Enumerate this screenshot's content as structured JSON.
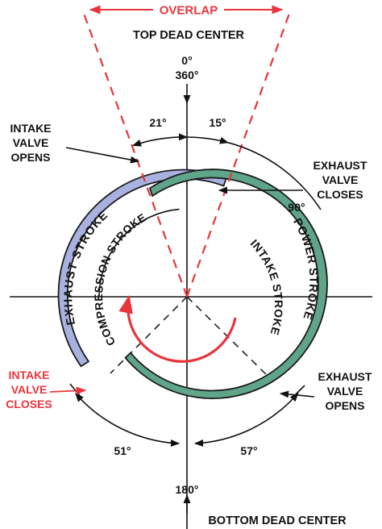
{
  "labels": {
    "overlap": "OVERLAP",
    "top_dead_center": "TOP DEAD CENTER",
    "deg_0": "0°",
    "deg_360": "360°",
    "deg_21": "21°",
    "deg_15": "15°",
    "deg_90": "90°",
    "deg_51": "51°",
    "deg_57": "57°",
    "deg_180": "180°",
    "bottom_dead_center": "BOTTOM DEAD CENTER",
    "intake_valve_opens": [
      "INTAKE",
      "VALVE",
      "OPENS"
    ],
    "exhaust_valve_closes": [
      "EXHAUST",
      "VALVE",
      "CLOSES"
    ],
    "intake_valve_closes": [
      "INTAKE",
      "VALVE",
      "CLOSES"
    ],
    "exhaust_valve_opens": [
      "EXHAUST",
      "VALVE",
      "OPENS"
    ],
    "exhaust_stroke": "EXHAUST STROKE",
    "compression_stroke": "COMPRESSION STROKE",
    "intake_stroke": "INTAKE STROKE",
    "power_stroke": "POWER STROKE"
  },
  "colors": {
    "ink": "#111111",
    "accent_red": "#e8343c",
    "exhaust_band": "#a9b1e0",
    "intake_band": "#5fa58a",
    "band_outline": "#1a1a1a"
  }
}
